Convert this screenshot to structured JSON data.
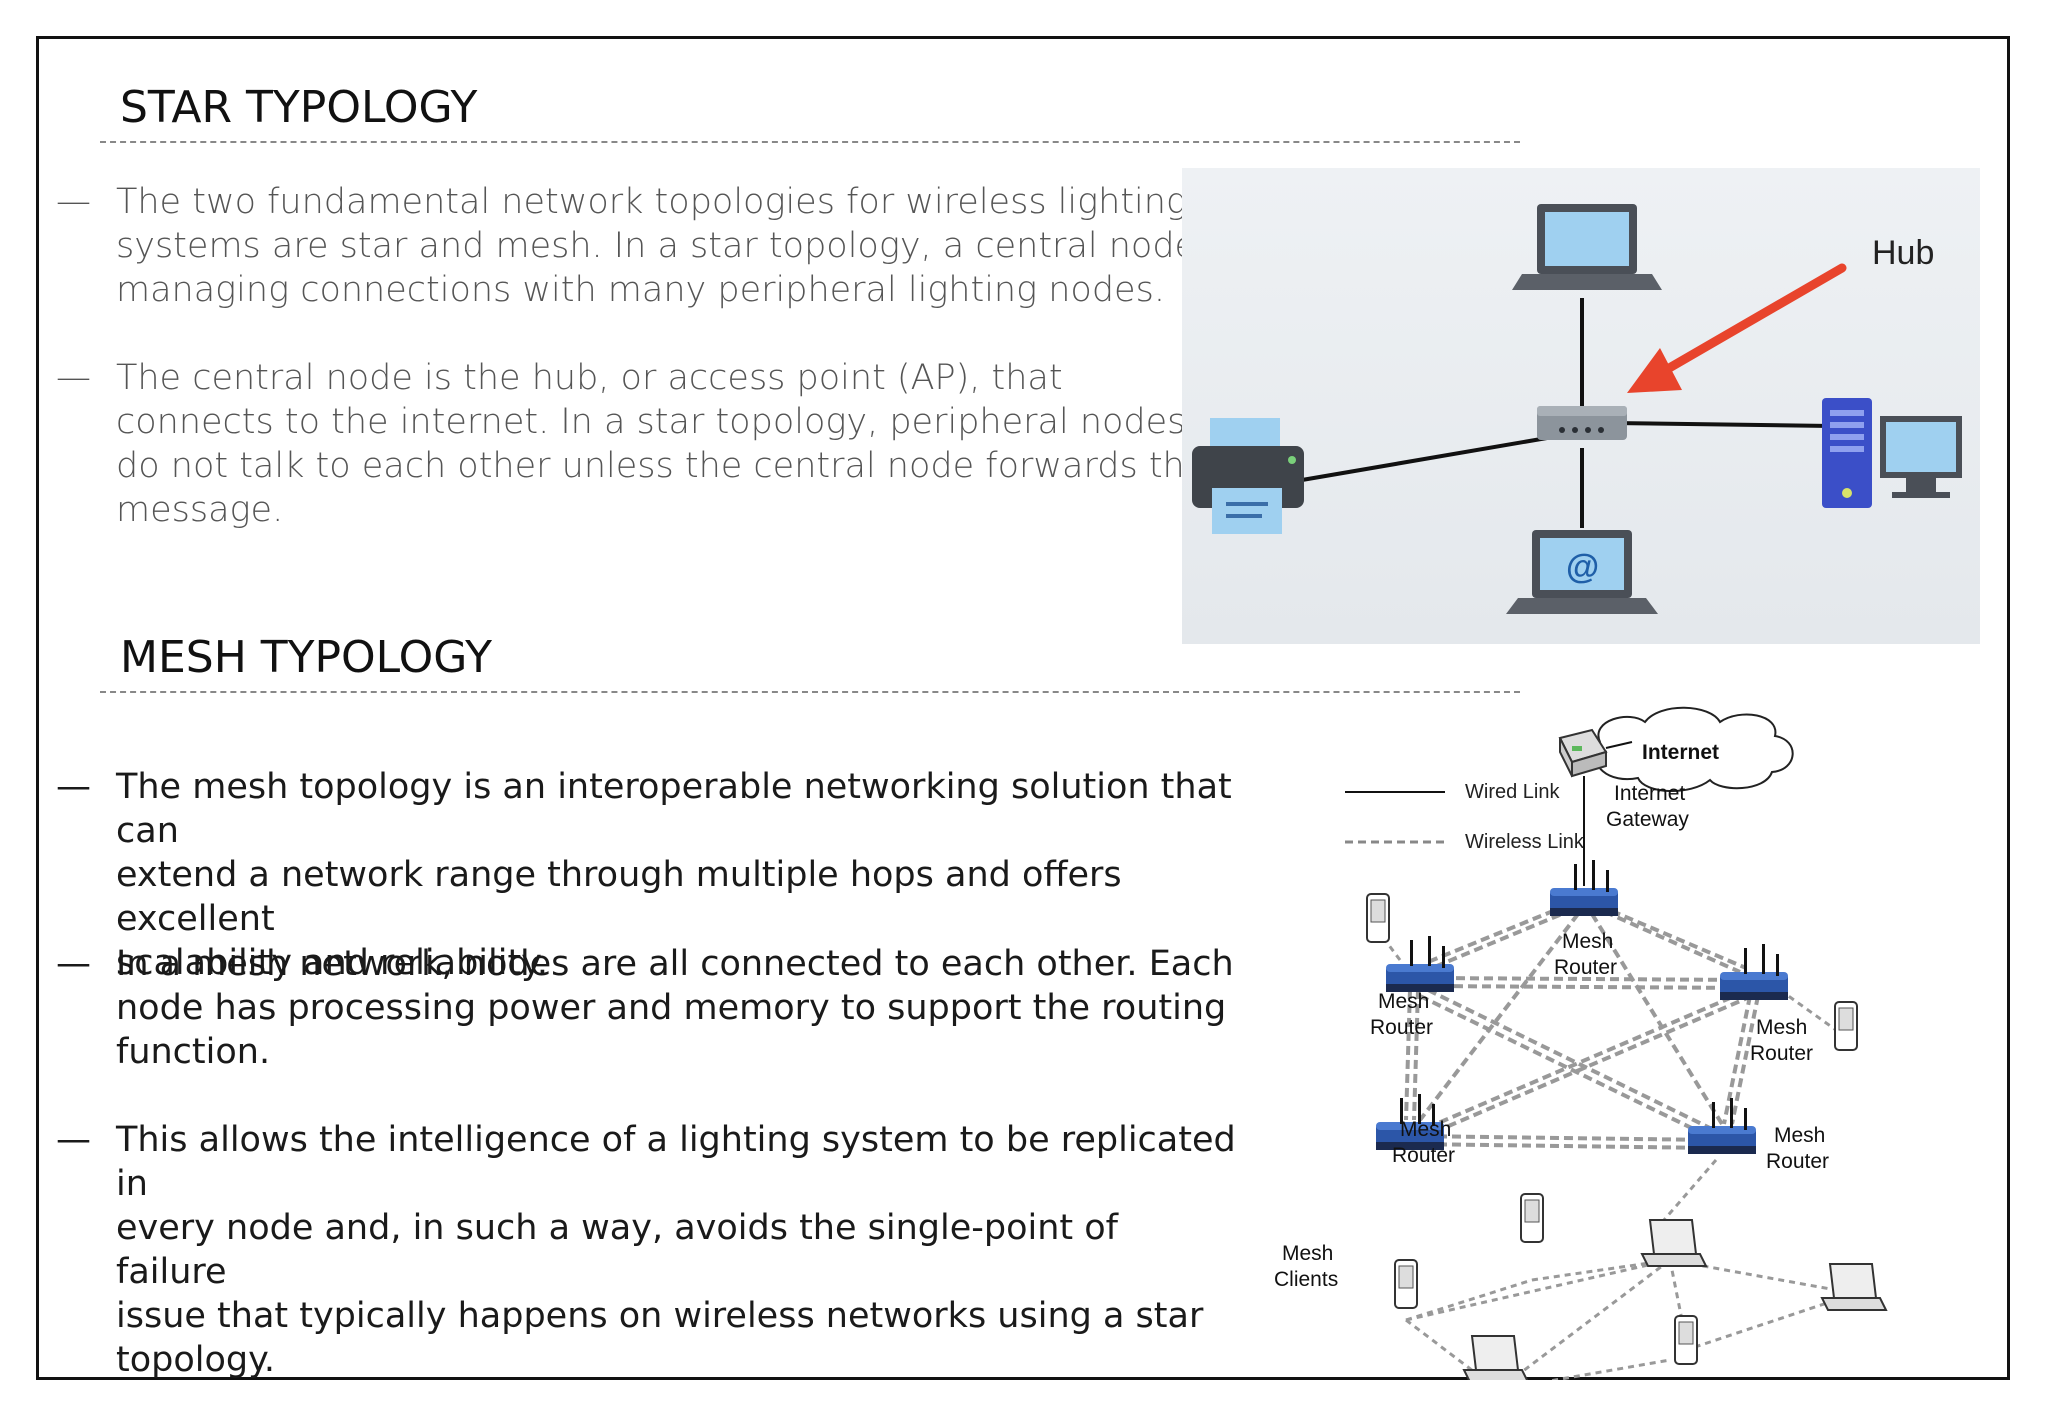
{
  "sections": {
    "star": {
      "heading": "STAR TYPOLOGY",
      "bullets": [
        {
          "dash": "—",
          "lines": [
            "The two fundamental network topologies for wireless lighting",
            "systems are star and mesh. In a star topology, a central node",
            "managing connections with many peripheral lighting nodes."
          ]
        },
        {
          "dash": "—",
          "lines": [
            "The central node is the hub, or access point (AP), that",
            "connects to the internet. In a star topology, peripheral nodes",
            "do not talk to each other unless the central node forwards the",
            "message."
          ]
        }
      ],
      "diagram": {
        "hub_label": "Hub"
      }
    },
    "mesh": {
      "heading": "MESH TYPOLOGY",
      "bullets": [
        {
          "dash": "—",
          "lines": [
            "The mesh topology is an interoperable networking solution that can",
            "extend a network range through multiple hops and offers excellent",
            "scalability and reliability."
          ]
        },
        {
          "dash": "—",
          "lines": [
            "In a mesh network, nodes are all connected to each other. Each",
            "node has processing power and memory to support the routing",
            "function."
          ]
        },
        {
          "dash": "—",
          "lines": [
            "This allows the intelligence of a lighting system to be replicated in",
            "every node and, in such a way, avoids the single-point of failure",
            "issue that typically happens on wireless networks using a star",
            "topology."
          ]
        }
      ],
      "diagram": {
        "internet": "Internet",
        "gateway": [
          "Internet",
          "Gateway"
        ],
        "legend_wired": "Wired Link",
        "legend_wireless": "Wireless Link",
        "router": [
          "Mesh",
          "Router"
        ],
        "clients": [
          "Mesh",
          "Clients"
        ]
      }
    }
  }
}
